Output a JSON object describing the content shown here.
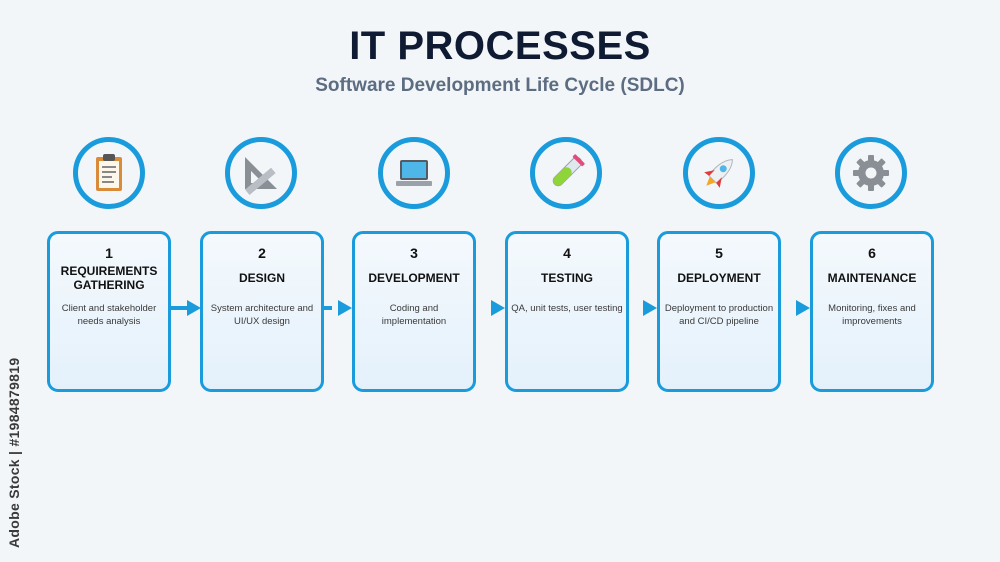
{
  "title": "IT PROCESSES",
  "subtitle": "Software Development Life Cycle (SDLC)",
  "colors": {
    "accent": "#1a9bdc",
    "background": "#f3f6f9",
    "title": "#0f1a33",
    "subtitle": "#5c6d82"
  },
  "steps": [
    {
      "num": "1",
      "name": "REQUIREMENTS GATHERING",
      "desc": "Client and stakeholder needs analysis",
      "icon": "clipboard-icon"
    },
    {
      "num": "2",
      "name": "DESIGN",
      "desc": "System architecture and UI/UX design",
      "icon": "set-square-ruler-icon"
    },
    {
      "num": "3",
      "name": "DEVELOPMENT",
      "desc": "Coding and implementation",
      "icon": "laptop-icon"
    },
    {
      "num": "4",
      "name": "TESTING",
      "desc": "QA, unit tests, user testing",
      "icon": "test-tube-icon"
    },
    {
      "num": "5",
      "name": "DEPLOYMENT",
      "desc": "Deployment to production and CI/CD pipeline",
      "icon": "rocket-icon"
    },
    {
      "num": "6",
      "name": "MAINTENANCE",
      "desc": "Monitoring, fixes and improvements",
      "icon": "gear-icon"
    }
  ],
  "watermark": "Adobe Stock | #1984879819"
}
